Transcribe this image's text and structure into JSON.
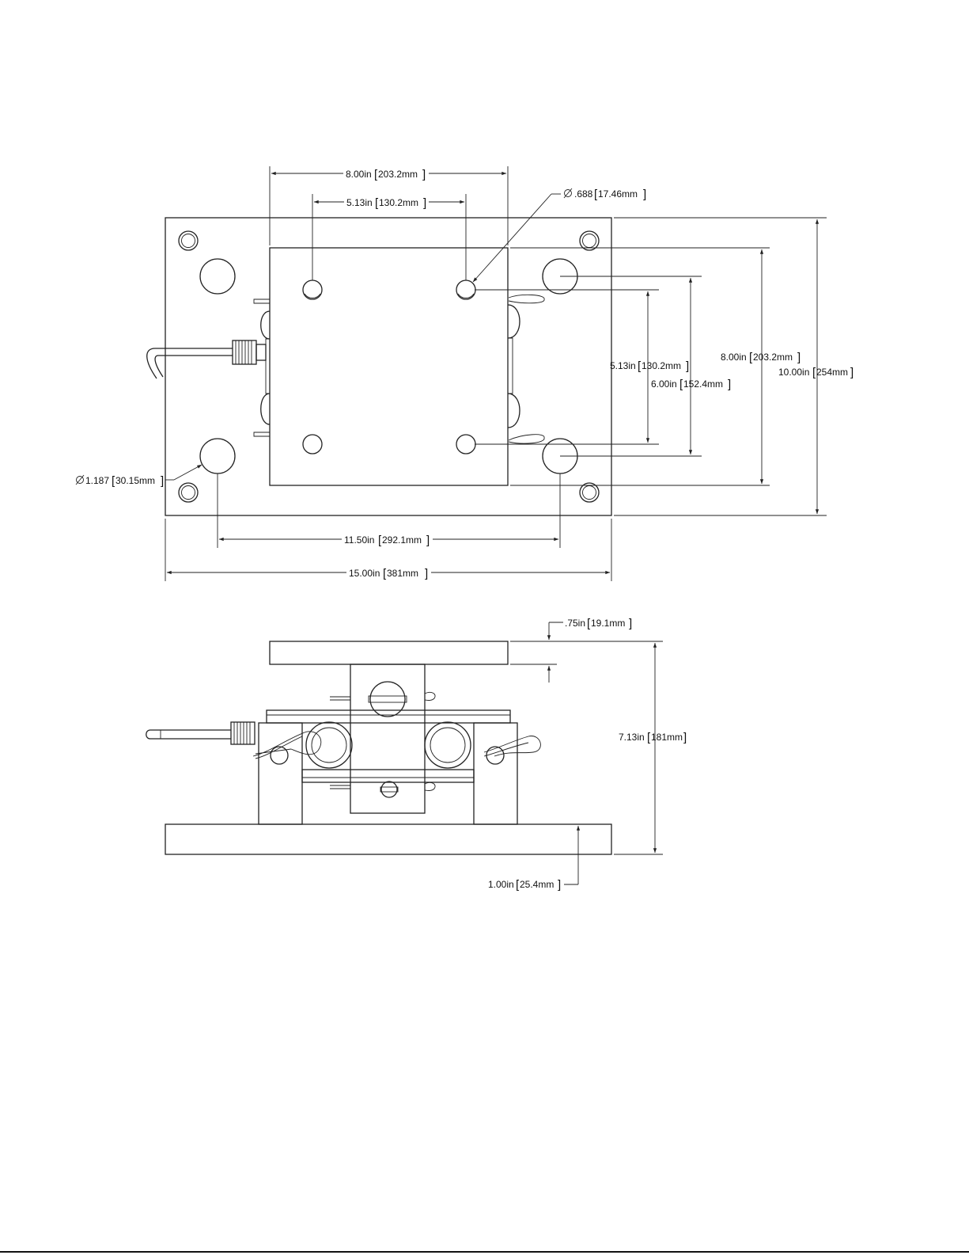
{
  "top_view": {
    "width_dim": "8.00in",
    "width_dim_mm": "203.2mm",
    "hole_spacing_dim": "5.13in",
    "hole_spacing_dim_mm": "130.2mm",
    "small_hole_dia": ".688",
    "small_hole_dia_mm": "17.46mm",
    "hole_spacing_vert": "5.13in",
    "hole_spacing_vert_mm": "130.2mm",
    "hole_spacing_vert2": "6.00in",
    "hole_spacing_vert2_mm": "152.4mm",
    "top_plate_height": "8.00in",
    "top_plate_height_mm": "203.2mm",
    "base_height": "10.00in",
    "base_height_mm": "254mm",
    "large_hole_dia": "1.187",
    "large_hole_dia_mm": "30.15mm",
    "large_hole_spacing": "11.50in",
    "large_hole_spacing_mm": "292.1mm",
    "base_width": "15.00in",
    "base_width_mm": "381mm"
  },
  "side_view": {
    "top_plate_thickness": ".75in",
    "top_plate_thickness_mm": "19.1mm",
    "overall_height": "7.13in",
    "overall_height_mm": "181mm",
    "base_thickness": "1.00in",
    "base_thickness_mm": "25.4mm"
  }
}
